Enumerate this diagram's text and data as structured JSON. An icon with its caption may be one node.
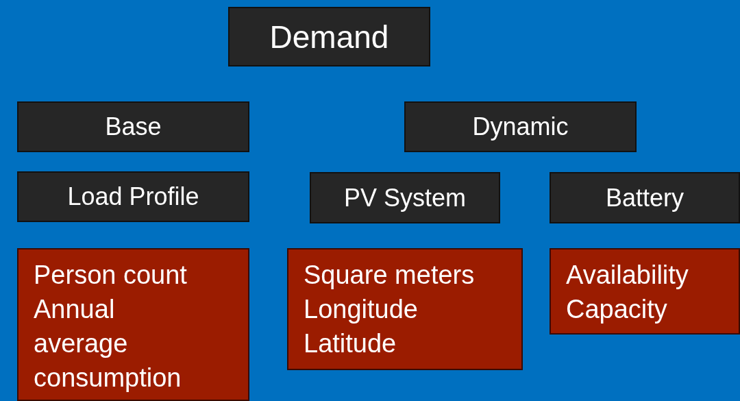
{
  "diagram": {
    "nodes": [
      {
        "text": [
          "Demand"
        ]
      },
      {
        "text": [
          "Base"
        ]
      },
      {
        "text": [
          "Dynamic"
        ]
      },
      {
        "text": [
          "Load Profile"
        ]
      },
      {
        "text": [
          "PV System"
        ]
      },
      {
        "text": [
          "Battery"
        ]
      },
      {
        "text": [
          "Person count",
          "Annual average consumption"
        ]
      },
      {
        "text": [
          "Square meters",
          "Longitude",
          "Latitude"
        ]
      },
      {
        "text": [
          "Availability",
          "Capacity"
        ]
      }
    ]
  }
}
